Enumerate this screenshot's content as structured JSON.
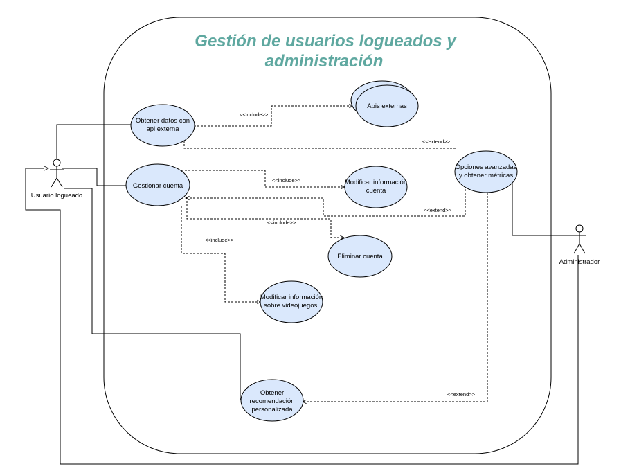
{
  "title": {
    "line1": "Gestión de usuarios logueados y",
    "line2": "administración"
  },
  "actors": {
    "user": "Usuario logueado",
    "admin": "Administrador"
  },
  "use_cases": {
    "obtener_datos": [
      "Obtener datos con",
      "api externa"
    ],
    "apis_externas": [
      "Apis externas"
    ],
    "gestionar_cuenta": [
      "Gestionar cuenta"
    ],
    "modificar_info_cuenta": [
      "Modificar información",
      "cuenta"
    ],
    "eliminar_cuenta": [
      "Eliminar cuenta"
    ],
    "modificar_videojuegos": [
      "Modificar información",
      "sobre videojuegos."
    ],
    "opciones_avanzadas": [
      "Opciones avanzadas",
      "y obtener métricas"
    ],
    "obtener_recomendacion": [
      "Obtener",
      "recomendación",
      "personalizada"
    ]
  },
  "relations": {
    "include": "<<include>>",
    "extend": "<<extend>>"
  },
  "colors": {
    "use_case_fill": "#dae8fc",
    "title": "#5fa8a0"
  }
}
